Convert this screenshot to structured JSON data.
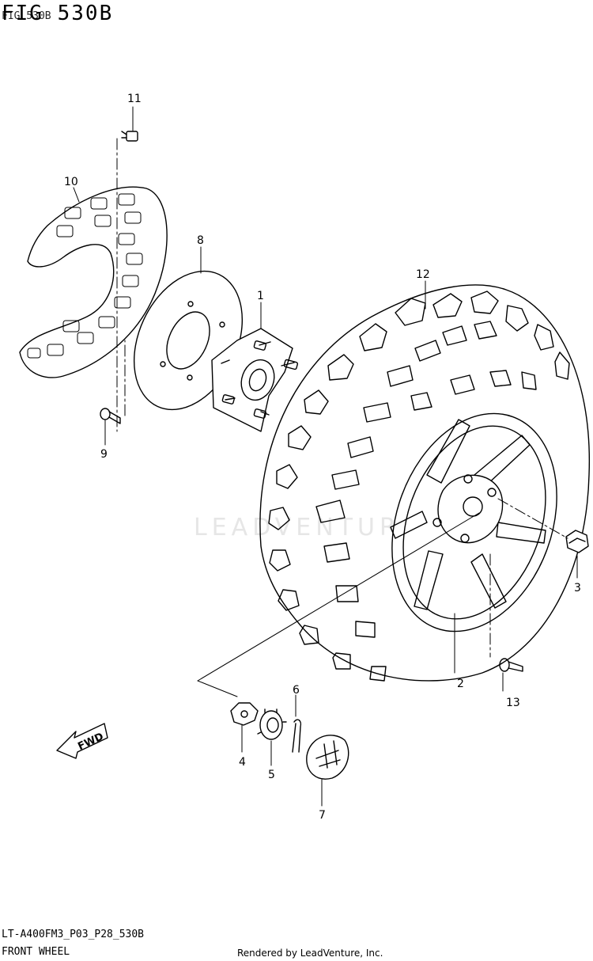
{
  "figure": {
    "title": "FIG 530B",
    "subtitle": "FIG 530B",
    "model_code": "LT-A400FM3_P03_P28_530B",
    "page_title": "FRONT WHEEL",
    "credit": "Rendered by LeadVenture, Inc.",
    "watermark": "LEADVENTURE",
    "fwd_label": "FWD"
  },
  "callouts": {
    "c1": "1",
    "c2": "2",
    "c3": "3",
    "c4": "4",
    "c5": "5",
    "c6": "6",
    "c7": "7",
    "c8": "8",
    "c9": "9",
    "c10": "10",
    "c11": "11",
    "c12": "12",
    "c13": "13"
  },
  "parts": {
    "hub": "front-hub",
    "wheel": "wheel-rim",
    "nut": "wheel-nut",
    "washer": "washer",
    "castle_nut": "castle-nut",
    "cotter_pin": "cotter-pin",
    "hub_cap": "hub-cap",
    "disc": "brake-disc",
    "bolt": "bolt",
    "disc_guard": "disc-guard",
    "screw": "screw",
    "tire": "tire",
    "valve": "tire-valve"
  },
  "colors": {
    "line": "#000000",
    "watermark": "#e6e6e6",
    "background": "#ffffff"
  }
}
